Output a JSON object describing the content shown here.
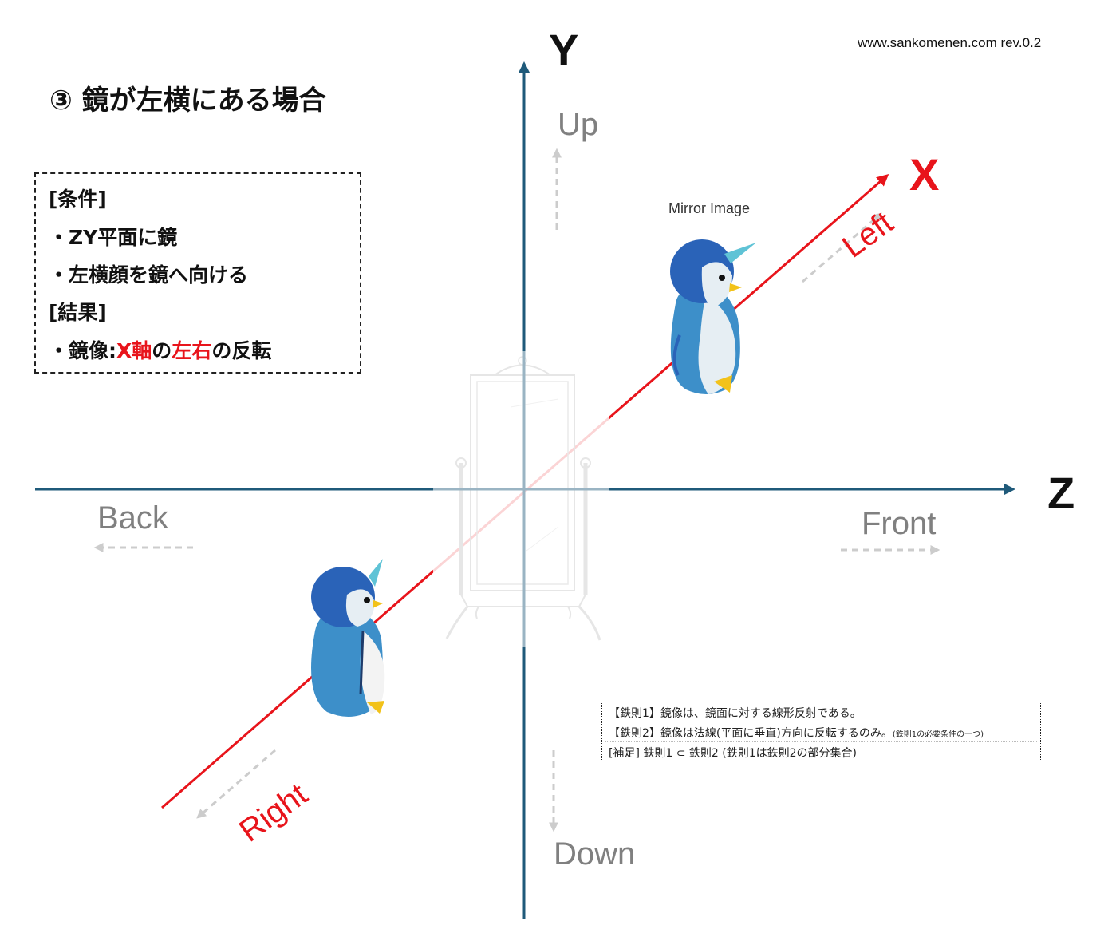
{
  "title": "③ 鏡が左横にある場合",
  "site_label": "www.sankomenen.com rev.0.2",
  "axes": {
    "y": "Y",
    "z": "Z",
    "x": "X"
  },
  "directions": {
    "up": "Up",
    "down": "Down",
    "back": "Back",
    "front": "Front",
    "left": "Left",
    "right": "Right"
  },
  "mirror_image_label": "Mirror Image",
  "conditions": {
    "header": "[条件]",
    "items": [
      "・ZY平面に鏡",
      "・左横顔を鏡へ向ける"
    ],
    "result_header": "[結果]",
    "result_prefix": "・鏡像:",
    "result_axis": "X軸",
    "result_mid": "の",
    "result_lr": "左右",
    "result_suffix": "の反転"
  },
  "rules": {
    "rule1": "【鉄則1】鏡像は、鏡面に対する線形反射である。",
    "rule2": "【鉄則2】鏡像は法線(平面に垂直)方向に反転するのみ。",
    "rule2_note": "(鉄則1の必要条件の一つ)",
    "note": "[補足] 鉄則1 ⊂ 鉄則2 (鉄則1は鉄則2の部分集合)"
  },
  "colors": {
    "axis": "#1f5a7a",
    "x_axis": "#e8141b",
    "guide": "#cccccc",
    "penguin_blue": "#2a63b8",
    "penguin_body": "#3d8fc9",
    "beak": "#f2c21a"
  }
}
